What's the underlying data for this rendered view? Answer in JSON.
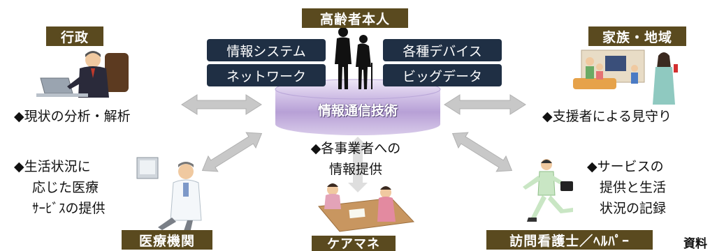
{
  "nodes": {
    "elderly": "高齢者本人",
    "government": "行政",
    "family": "家族・地域",
    "medical": "医療機関",
    "caremanager": "ケアマネ",
    "nurse": "訪問看護士／ﾍﾙﾊﾟｰ"
  },
  "tech": {
    "info_system": "情報システム",
    "devices": "各種デバイス",
    "network": "ネットワーク",
    "bigdata": "ビッグデータ",
    "hub": "情報通信技術"
  },
  "notes": {
    "government": "◆現状の分析・解析",
    "family": "◆支援者による見守り",
    "medical_1": "◆生活状況に",
    "medical_2": "応じた医療",
    "medical_3": "ｻｰﾋﾞｽの提供",
    "caremanager_1": "◆各事業者への",
    "caremanager_2": "情報提供",
    "nurse_1": "◆サービスの",
    "nurse_2": "提供と生活",
    "nurse_3": "状況の記録"
  },
  "source_fragment": "資料",
  "colors": {
    "label_bg": "#5a4a1f",
    "tech_bg": "#1f2f44",
    "hub_fill": "#c9b8e0",
    "arrow_fill": "#c8c8c8"
  }
}
